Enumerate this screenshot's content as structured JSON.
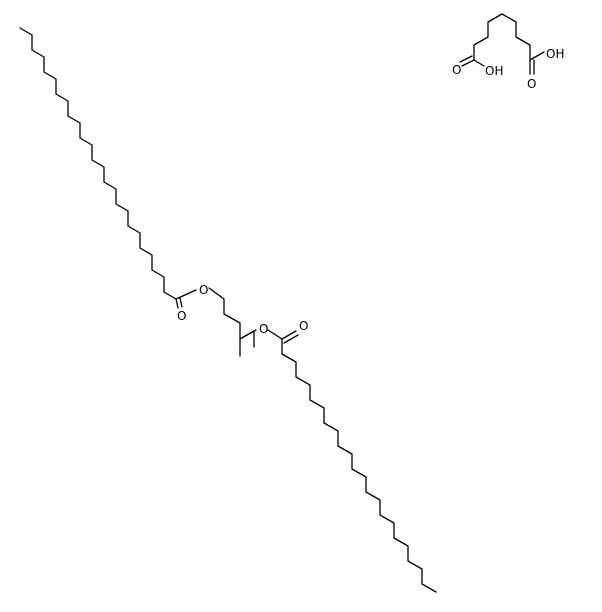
{
  "diagram": {
    "colors": {
      "bond": "#000000",
      "background": "#ffffff"
    },
    "labels": {
      "ester1_ether_o": "O",
      "ester1_carbonyl_o": "O",
      "ester2_ether_o": "O",
      "ester2_carbonyl_o": "O",
      "acid_left_oh": "OH",
      "acid_left_carbonyl_o": "O",
      "acid_right_oh": "OH",
      "acid_right_carbonyl_o": "O"
    }
  }
}
